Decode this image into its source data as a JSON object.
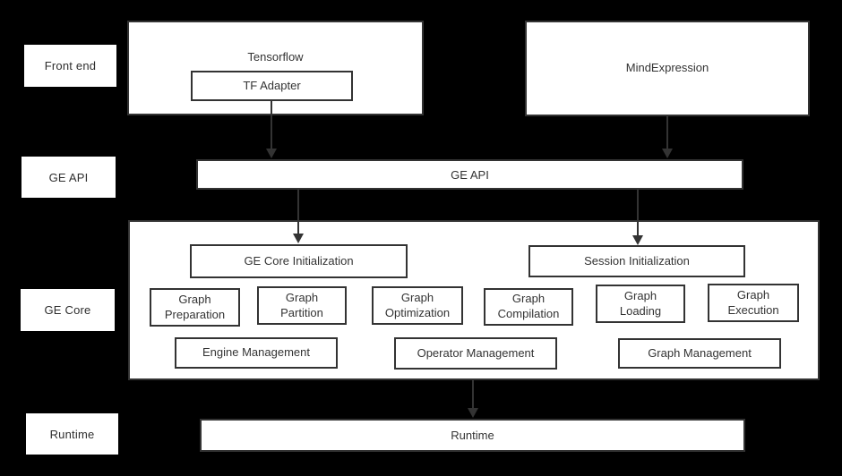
{
  "colors": {
    "background": "#000000",
    "box_fill": "#ffffff",
    "box_border": "#333333",
    "text": "#333333",
    "arrow": "#333333"
  },
  "side_labels": {
    "front_end": "Front end",
    "ge_api": "GE API",
    "ge_core": "GE Core",
    "runtime": "Runtime"
  },
  "front_end_row": {
    "tensorflow_title": "Tensorflow",
    "tf_adapter": "TF Adapter",
    "mind_expression": "MindExpression"
  },
  "ge_api_row": {
    "bar_label": "GE API"
  },
  "ge_core_panel": {
    "ge_core_initialization": "GE Core Initialization",
    "session_initialization": "Session Initialization",
    "function_boxes": [
      "Graph\nPreparation",
      "Graph\nPartition",
      "Graph\nOptimization",
      "Graph\nCompilation",
      "Graph\nLoading",
      "Graph\nExecution"
    ],
    "management_boxes": [
      "Engine Management",
      "Operator Management",
      "Graph Management"
    ]
  },
  "runtime_row": {
    "bar_label": "Runtime"
  }
}
